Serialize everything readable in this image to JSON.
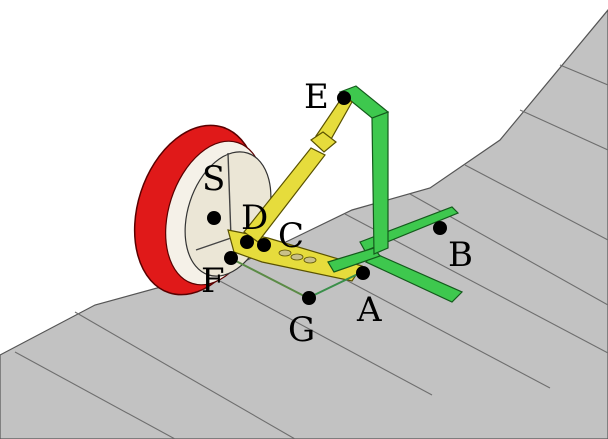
{
  "diagram": {
    "points": [
      {
        "id": "A",
        "label": "A"
      },
      {
        "id": "B",
        "label": "B"
      },
      {
        "id": "C",
        "label": "C"
      },
      {
        "id": "D",
        "label": "D"
      },
      {
        "id": "E",
        "label": "E"
      },
      {
        "id": "F",
        "label": "F"
      },
      {
        "id": "G",
        "label": "G"
      },
      {
        "id": "S",
        "label": "S"
      }
    ],
    "colors": {
      "ground": "#c2c2c2",
      "ground_edge": "#6e6e6e",
      "tire": "#e01919",
      "rim": "#ebe6d6",
      "suspension_arm": "#e6dc3c",
      "frame": "#3ec84e",
      "joint": "#000000"
    }
  }
}
